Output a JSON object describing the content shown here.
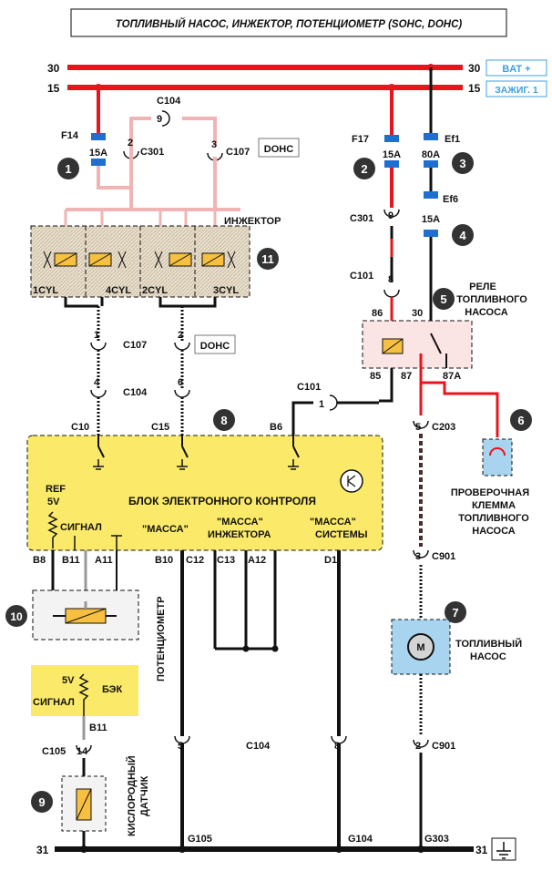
{
  "title": "ТОПЛИВНЫЙ НАСОС, ИНЖЕКТОР, ПОТЕНЦИОМЕТР  (SOHC, DOHC)",
  "bus": {
    "b30_left": "30",
    "b30_right": "30",
    "b30_tag": "BAT +",
    "b15_left": "15",
    "b15_right": "15",
    "b15_tag": "ЗАЖИГ. 1",
    "b31_left": "31",
    "b31_right": "31"
  },
  "fuses": {
    "f14_name": "F14",
    "f14_rating": "15A",
    "f17_name": "F17",
    "f17_rating": "15A",
    "ef1_name": "Ef1",
    "ef1_rating": "80A",
    "ef6_name": "Ef6",
    "ef6_rating": "15A"
  },
  "connectors": {
    "c104_top": "C104",
    "c104_top_pin": "9",
    "c301_left": "C301",
    "c301_left_pin": "2",
    "c107_top": "C107",
    "c107_top_pin": "3",
    "dohc1": "DOHC",
    "c301_right": "C301",
    "c301_right_pin": "9",
    "c101_top": "C101",
    "c101_top_pin": "8",
    "c107_mid": "C107",
    "c107_mid_pin1": "1",
    "c107_mid_pin2": "2",
    "dohc2": "DOHC",
    "c104_mid": "C104",
    "c104_mid_pin1": "4",
    "c104_mid_pin2": "6",
    "c101_mid": "C101",
    "c101_mid_pin": "1",
    "c203": "C203",
    "c203_pin": "5",
    "c901_top": "C901",
    "c901_top_pin": "3",
    "c901_bot": "C901",
    "c901_bot_pin": "2",
    "c105": "C105",
    "c105_pin": "14",
    "c104_bot": "C104",
    "c104_bot_pin1": "5",
    "c104_bot_pin2": "8"
  },
  "injector": {
    "label": "ИНЖЕКТОР",
    "cyl1": "1CYL",
    "cyl2": "4CYL",
    "cyl3": "2CYL",
    "cyl4": "3CYL"
  },
  "relay": {
    "label_line1": "РЕЛЕ",
    "label_line2": "ТОПЛИВНОГО",
    "label_line3": "НАСОСА",
    "pin86": "86",
    "pin30": "30",
    "pin85": "85",
    "pin87": "87",
    "pin87a": "87A"
  },
  "check_terminal": {
    "line1": "ПРОВЕРОЧНАЯ",
    "line2": "КЛЕММА",
    "line3": "ТОПЛИВНОГО",
    "line4": "НАСОСА"
  },
  "pump": {
    "line1": "ТОПЛИВНЫЙ",
    "line2": "НАСОС",
    "motor": "M"
  },
  "ecu": {
    "title": "БЛОК ЭЛЕКТРОННОГО КОНТРОЛЯ",
    "pin_c10": "C10",
    "pin_c15": "C15",
    "pin_b6": "B6",
    "ref": "REF",
    "ref_v": "5V",
    "signal": "СИГНАЛ",
    "mass": "\"МАССА\"",
    "mass_inj1": "\"МАССА\"",
    "mass_inj2": "ИНЖЕКТОРА",
    "mass_sys1": "\"МАССА\"",
    "mass_sys2": "СИСТЕМЫ",
    "p_b8": "B8",
    "p_b11": "B11",
    "p_a11": "A11",
    "p_b10": "B10",
    "p_c12": "C12",
    "p_c13": "C13",
    "p_a12": "A12",
    "p_d1": "D1"
  },
  "pot_label": "ПОТЕНЦИОМЕТР",
  "bek": {
    "label": "БЭК",
    "v": "5V",
    "signal": "СИГНАЛ",
    "pin": "B11"
  },
  "o2_line1": "КИСЛОРОДНЫЙ",
  "o2_line2": "ДАТЧИК",
  "grounds": {
    "g105": "G105",
    "g104": "G104",
    "g303": "G303"
  },
  "markers": [
    "1",
    "2",
    "3",
    "4",
    "5",
    "6",
    "7",
    "8",
    "9",
    "10",
    "11"
  ],
  "colors": {
    "power": "#e8141e",
    "pink": "#f0b4b4",
    "black": "#111111",
    "ecu_fill": "#fbea6a",
    "tag_blue": "#3ea0e0"
  }
}
